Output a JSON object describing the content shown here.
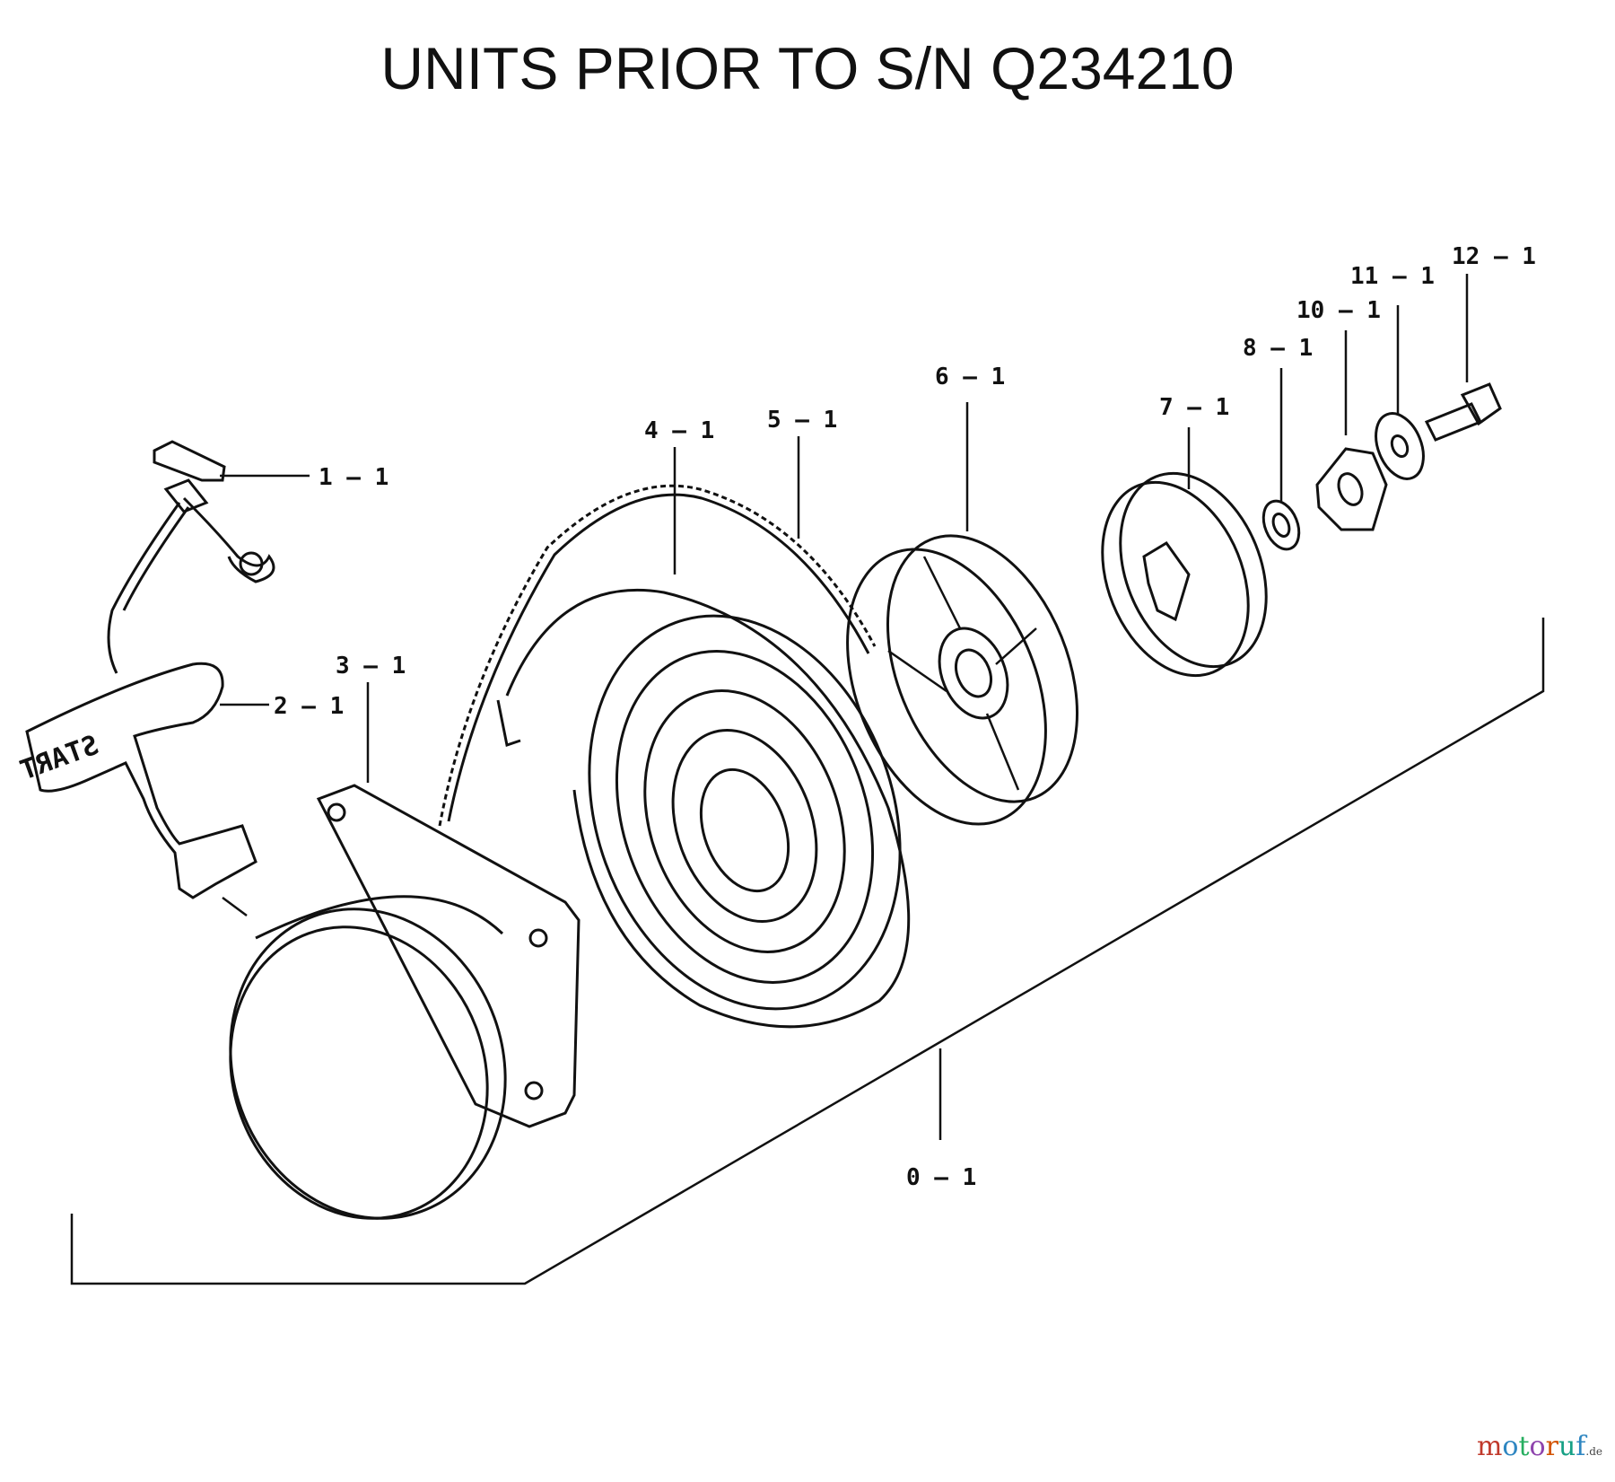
{
  "title": "UNITS PRIOR TO S/N Q234210",
  "callouts": {
    "p1": "1 — 1",
    "p2": "2 — 1",
    "p3": "3 — 1",
    "p4": "4 — 1",
    "p5": "5 — 1",
    "p6": "6 — 1",
    "p7": "7 — 1",
    "p8": "8 — 1",
    "p10": "10 — 1",
    "p11": "11 — 1",
    "p12": "12 — 1",
    "p0": "0 — 1"
  },
  "handle_text": "START",
  "watermark": {
    "letters": [
      "m",
      "o",
      "t",
      "o",
      "r",
      "u",
      "f"
    ],
    "suffix": ".de"
  }
}
